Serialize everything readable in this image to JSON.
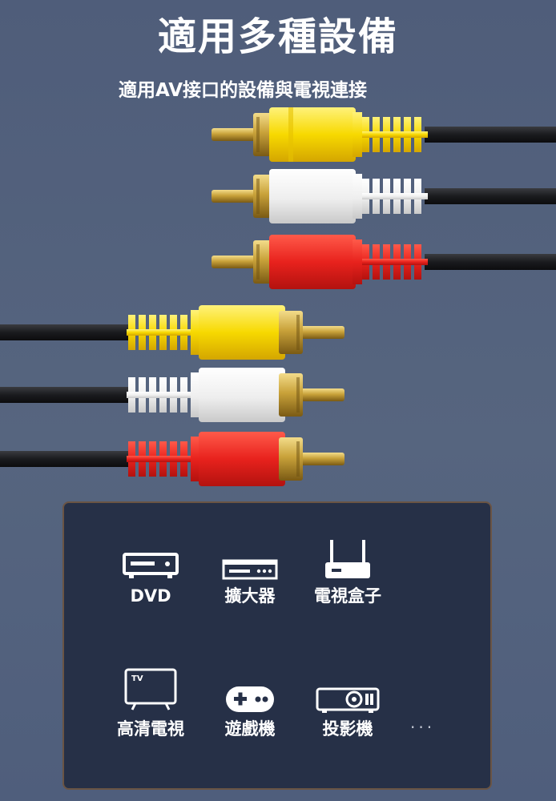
{
  "header": {
    "title": "適用多種設備",
    "subtitle": "適用AV接口的設備與電視連接"
  },
  "cables": {
    "colors": {
      "yellow": "#f7d900",
      "white": "#f2f2f2",
      "red": "#e8221d",
      "gold": "#c9a23a",
      "cable": "#1e1f22"
    }
  },
  "devices": {
    "items": [
      {
        "label": "DVD",
        "icon": "dvd-player-icon"
      },
      {
        "label": "擴大器",
        "icon": "amplifier-icon"
      },
      {
        "label": "電視盒子",
        "icon": "tv-box-router-icon"
      },
      {
        "label": "高清電視",
        "icon": "tv-icon"
      },
      {
        "label": "遊戲機",
        "icon": "game-controller-icon"
      },
      {
        "label": "投影機",
        "icon": "projector-icon"
      }
    ],
    "more": "···"
  }
}
